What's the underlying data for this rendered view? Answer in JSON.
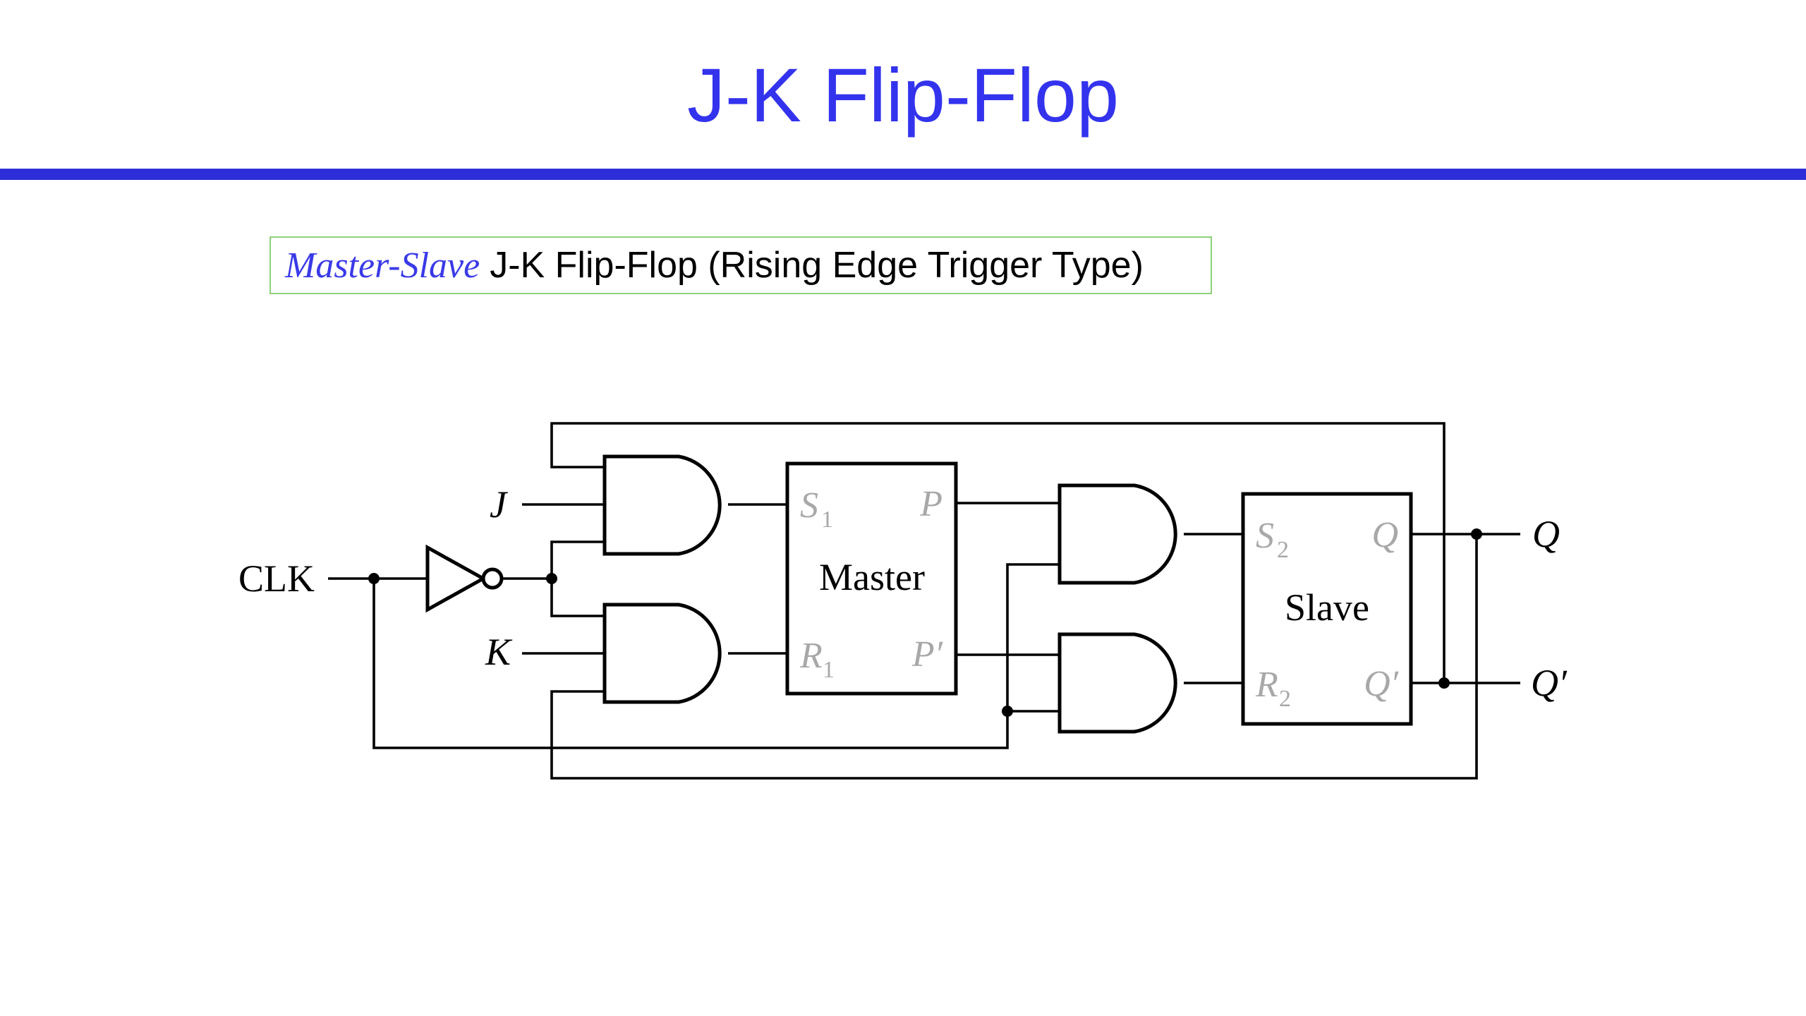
{
  "slide": {
    "title": "J-K Flip-Flop",
    "caption_emphasis": "Master-Slave",
    "caption_rest": "J-K Flip-Flop (Rising Edge Trigger Type)"
  },
  "diagram": {
    "inputs": {
      "j": "J",
      "k": "K",
      "clk": "CLK"
    },
    "outputs": {
      "q": "Q",
      "q_prime": "Q′"
    },
    "master": {
      "label": "Master",
      "s_letter": "S",
      "s_sub": "1",
      "r_letter": "R",
      "r_sub": "1",
      "p": "P",
      "p_prime": "P′"
    },
    "slave": {
      "label": "Slave",
      "s_letter": "S",
      "s_sub": "2",
      "r_letter": "R",
      "r_sub": "2",
      "q": "Q",
      "q_prime": "Q′"
    }
  },
  "colors": {
    "title": "#3333ee",
    "rule": "#2e2ed8",
    "caption_border": "#8ed17a",
    "caption_emphasis": "#3a3ae8",
    "pin_label": "#a8a8a8"
  }
}
